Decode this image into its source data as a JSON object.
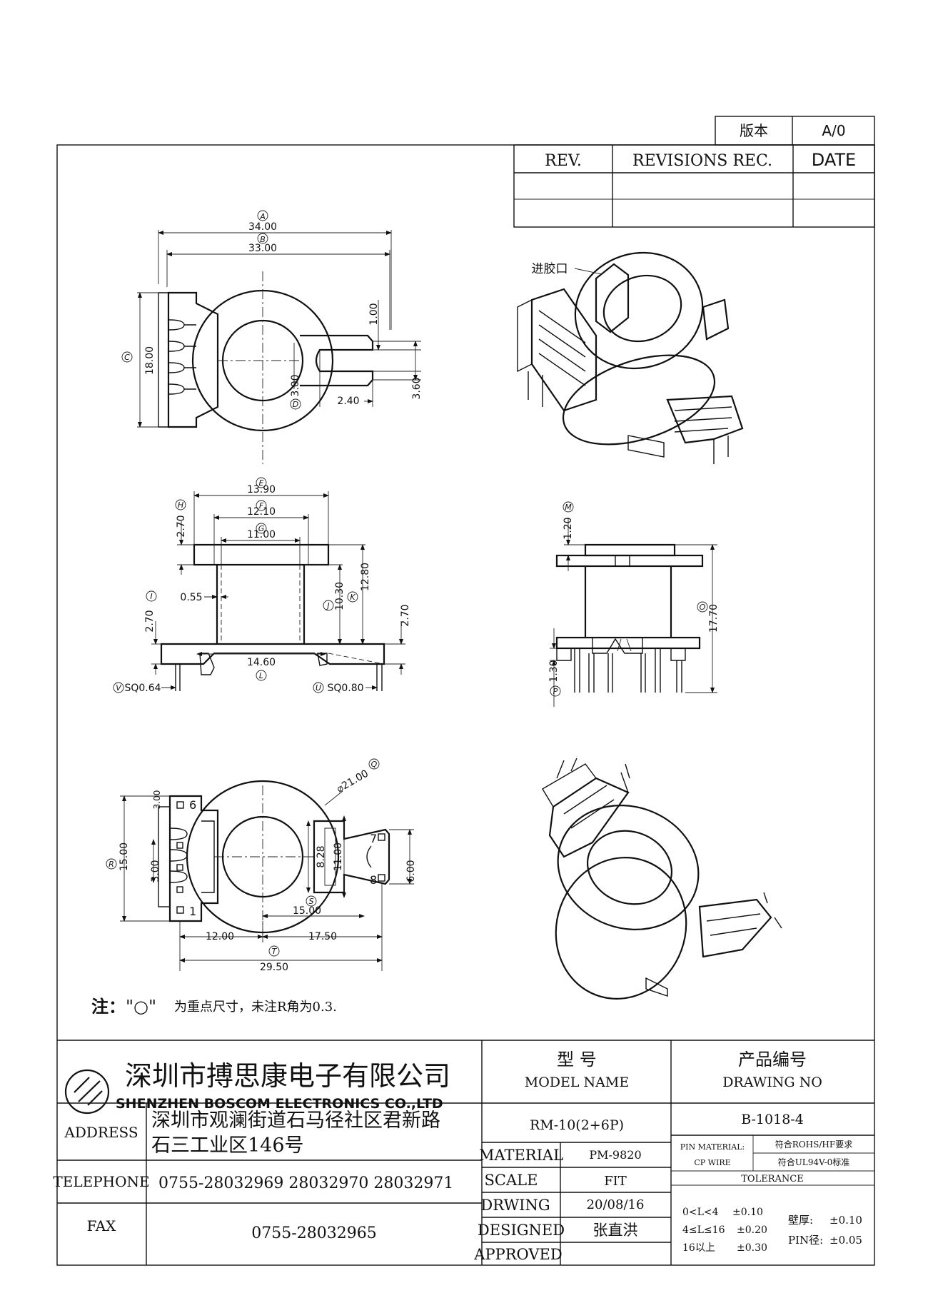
{
  "version_box": {
    "label": "版本",
    "value": "A/0"
  },
  "revision_table": {
    "headers": [
      "REV.",
      "REVISIONS REC.",
      "DATE"
    ]
  },
  "top_view": {
    "dims": {
      "A_value": "34.00",
      "B_value": "33.00",
      "C_value": "18.00",
      "D_value": "3.00",
      "w1": "1.00",
      "w2": "2.40",
      "w3": "3.60"
    },
    "callouts": {
      "A": "A",
      "B": "B",
      "C": "C",
      "D": "D"
    }
  },
  "front_view": {
    "dims": {
      "E_value": "13.90",
      "F_value": "12.10",
      "G_value": "11.00",
      "H_value": "2.70",
      "I_value": "2.70",
      "J_value": "10.30",
      "K_value": "12.80",
      "r_2_70": "2.70",
      "p055": "0.55",
      "L_value": "14.60",
      "V_value": "SQ0.64",
      "U_value": "SQ0.80"
    },
    "callouts": {
      "E": "E",
      "F": "F",
      "G": "G",
      "H": "H",
      "I": "I",
      "J": "J",
      "K": "K",
      "L": "L",
      "V": "V",
      "U": "U"
    }
  },
  "side_view": {
    "dims": {
      "M_value": "1.20",
      "O_value": "17.70",
      "P_value": "1.30"
    },
    "callouts": {
      "M": "M",
      "O": "O",
      "P": "P"
    }
  },
  "bottom_view": {
    "dims": {
      "Q_value": "⌀21.00",
      "R_value": "15.00",
      "three": "3.00",
      "top_partial": "3.00",
      "d828": "8.28",
      "d1100": "11.00",
      "d600": "6.00",
      "S_value": "15.00",
      "d1200": "12.00",
      "d1750": "17.50",
      "T_value": "29.50"
    },
    "pins": {
      "p6": "6",
      "p1": "1",
      "p7": "7",
      "p8": "8"
    },
    "callouts": {
      "Q": "Q",
      "R": "R",
      "S": "S",
      "T": "T"
    }
  },
  "iso_view": {
    "gate_label": "进胶口"
  },
  "note": {
    "prefix": "注：",
    "quote": "\"○\"",
    "text": "为重点尺寸，未注R角为0.3."
  },
  "title_block": {
    "company_cn": "深圳市搏思康电子有限公司",
    "company_en": "SHENZHEN  BOSCOM  ELECTRONICS  CO.,LTD",
    "model_cn": "型    号",
    "model_en": "MODEL NAME",
    "model_value": "RM-10(2+6P)",
    "drawing_cn": "产品编号",
    "drawing_en": "DRAWING NO",
    "drawing_value": "B-1018-4",
    "address_label": "ADDRESS",
    "address_line1": "深圳市观澜街道石马径社区君新路",
    "address_line2": "石三工业区146号",
    "telephone_label": "TELEPHONE",
    "telephone_value": "0755-28032969 28032970 28032971",
    "fax_label": "FAX",
    "fax_value": "0755-28032965",
    "material_label": "MATERIAL",
    "material_value": "PM-9820",
    "scale_label": "SCALE",
    "scale_value": "FIT",
    "drawing_label": "DRWING",
    "drawing_date": "20/08/16",
    "designed_label": "DESIGNED",
    "designed_value": "张直洪",
    "approved_label": "APPROVED",
    "pin_material_label": "PIN MATERIAL:",
    "pin_material_value": "符合ROHS/HF要求",
    "cp_wire_label": "CP WIRE",
    "cp_wire_value": "符合UL94V-0标准",
    "tolerance_label": "TOLERANCE",
    "tol1_range": "0<L<4",
    "tol1_value": "±0.10",
    "tol2_range": "4≤L≤16",
    "tol2_value": "±0.20",
    "tol3_range": "16以上",
    "tol3_value": "±0.30",
    "wall_label": "壁厚:",
    "wall_value": "±0.10",
    "pin_dia_label": "PIN径:",
    "pin_dia_value": "±0.05"
  }
}
